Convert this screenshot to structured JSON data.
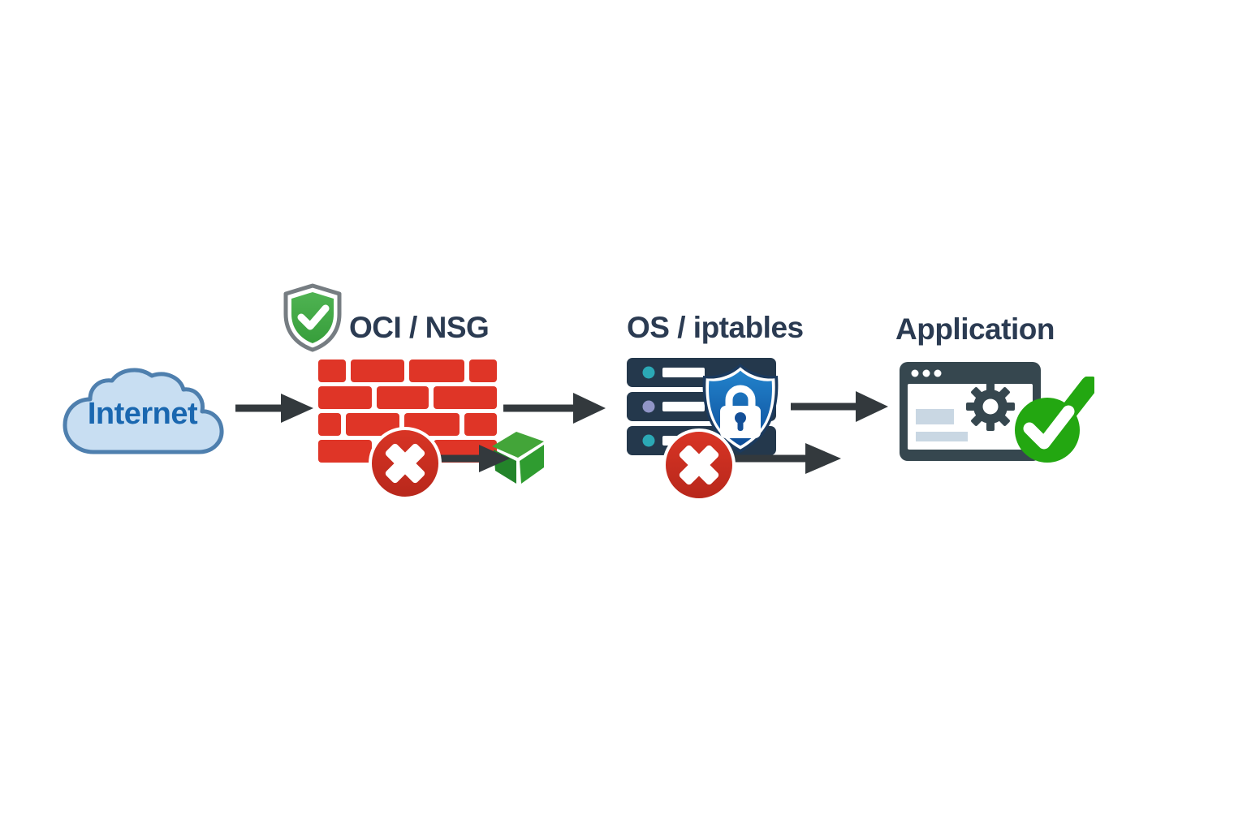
{
  "nodes": {
    "internet": {
      "label": "Internet"
    },
    "network_firewall": {
      "label": "OCI / NSG"
    },
    "host_firewall": {
      "label": "OS / iptables"
    },
    "application": {
      "label": "Application"
    }
  },
  "icons": {
    "cloud-icon": "☁",
    "shield-check-icon": "🛡✓",
    "firewall-brick-icon": "🧱",
    "blocked-x-icon": "⊗",
    "package-cube-icon": "📦",
    "server-icon": "🖥",
    "shield-lock-icon": "🛡🔒",
    "browser-window-icon": "🗔",
    "gear-icon": "⚙",
    "check-circle-icon": "✔",
    "flow-arrow": "→"
  },
  "colors": {
    "background": "#ffffff",
    "cloud_fill": "#c8def2",
    "cloud_border": "#4e7fae",
    "internet_label": "#1a67b0",
    "title_text": "#2b3b52",
    "arrow": "#33393d",
    "brick_red": "#df3527",
    "blocked_red": "#cb2b1e",
    "allowed_green": "#43a53a",
    "cube_green": "#2f9c30",
    "server_navy": "#24384c",
    "shield_blue_top": "#2283cc",
    "shield_blue_bottom": "#0d4d99",
    "dot_teal": "#2ba9b6",
    "dot_lavender": "#9095c7",
    "browser_frame": "#36474f",
    "browser_line": "#c9d7e3",
    "check_green": "#23a711"
  }
}
